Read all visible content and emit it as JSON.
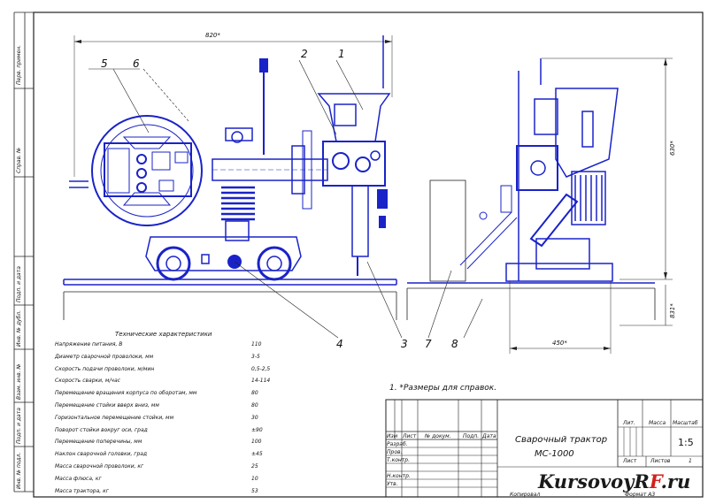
{
  "dimensions": {
    "width_total": "820*",
    "height_total": "630*",
    "height_base": "831*",
    "width_side": "450*"
  },
  "callouts": [
    "1",
    "2",
    "3",
    "4",
    "5",
    "6",
    "7",
    "8"
  ],
  "specs": {
    "title": "Технические характеристики",
    "rows": [
      {
        "name": "Напряжение питания, В",
        "value": "110"
      },
      {
        "name": "Диаметр сварочной проволоки, мм",
        "value": "3-5"
      },
      {
        "name": "Скорость подачи проволоки, м/мин",
        "value": "0,5-2,5"
      },
      {
        "name": "Скорость сварки, м/час",
        "value": "14-114"
      },
      {
        "name": "Перемещение вращения корпуса по оборотам, мм",
        "value": "80"
      },
      {
        "name": "Перемещение стойки вверх вниз, мм",
        "value": "80"
      },
      {
        "name": "Горизонтальное перемещение стойки, мм",
        "value": "30"
      },
      {
        "name": "Поворот стойки вокруг оси, град",
        "value": "±90"
      },
      {
        "name": "Перемещение поперечины, мм",
        "value": "100"
      },
      {
        "name": "Наклон сварочной головки, град",
        "value": "±45"
      },
      {
        "name": "Масса сварочной проволоки, кг",
        "value": "25"
      },
      {
        "name": "Масса флюса, кг",
        "value": "10"
      },
      {
        "name": "Масса трактора, кг",
        "value": "53"
      }
    ]
  },
  "note": "1.   *Размеры для справок.",
  "title_block": {
    "drawing_title_line1": "Сварочный трактор",
    "drawing_title_line2": "МС-1000",
    "col_headers": [
      "Изм",
      "Лист",
      "№ докум.",
      "Подп.",
      "Дата"
    ],
    "roles": [
      "Разраб.",
      "Пров.",
      "Т.контр.",
      "Н.контр.",
      "Утв."
    ],
    "lit_label": "Лит.",
    "mass_label": "Масса",
    "scale_label": "Масштаб",
    "scale_value": "1:5",
    "sheet_label": "Лист",
    "sheets_label": "Листов",
    "sheets_value": "1",
    "copied": "Копировал",
    "format": "Формат  А3"
  },
  "side_labels": [
    "Перв. примен.",
    "Справ. №",
    "Подп. и дата",
    "Инв. № дубл.",
    "Взам. инв. №",
    "Подп. и дата",
    "Инв. № подл."
  ],
  "watermark": {
    "main": "KursovoyRF",
    "accent": "F",
    ".ru": ".ru",
    "prefix": "KursovoyR",
    "suffix": ".ru"
  },
  "colors": {
    "drawing": "#1a23c8",
    "lines": "#1c1c1c",
    "watermark_accent": "#d4201c"
  }
}
